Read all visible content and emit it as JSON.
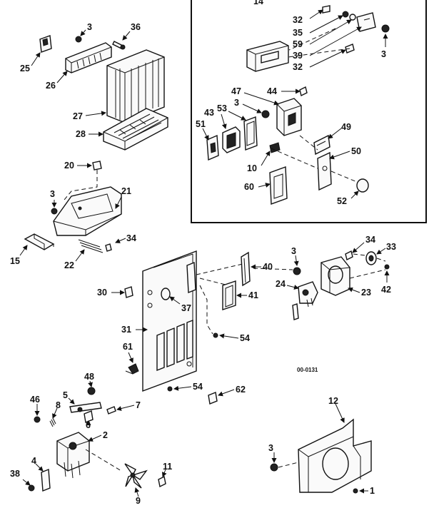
{
  "diagram": {
    "drawing_code": "00-0131",
    "header_fragment": "14",
    "labels": {
      "p1": "1",
      "p2": "2",
      "p3": "3",
      "p4": "4",
      "p5": "5",
      "p6": "6",
      "p7": "7",
      "p8": "8",
      "p9": "9",
      "p10": "10",
      "p11": "11",
      "p12": "12",
      "p15": "15",
      "p20": "20",
      "p21": "21",
      "p22": "22",
      "p23": "23",
      "p24": "24",
      "p25": "25",
      "p26": "26",
      "p27": "27",
      "p28": "28",
      "p30": "30",
      "p31": "31",
      "p32": "32",
      "p33": "33",
      "p34": "34",
      "p35": "35",
      "p36": "36",
      "p37": "37",
      "p38": "38",
      "p39": "39",
      "p40": "40",
      "p41": "41",
      "p42": "42",
      "p43": "43",
      "p44": "44",
      "p46": "46",
      "p47": "47",
      "p48": "48",
      "p49": "49",
      "p50": "50",
      "p51": "51",
      "p52": "52",
      "p53": "53",
      "p54": "54",
      "p59": "59",
      "p60": "60",
      "p61": "61",
      "p62": "62"
    }
  }
}
